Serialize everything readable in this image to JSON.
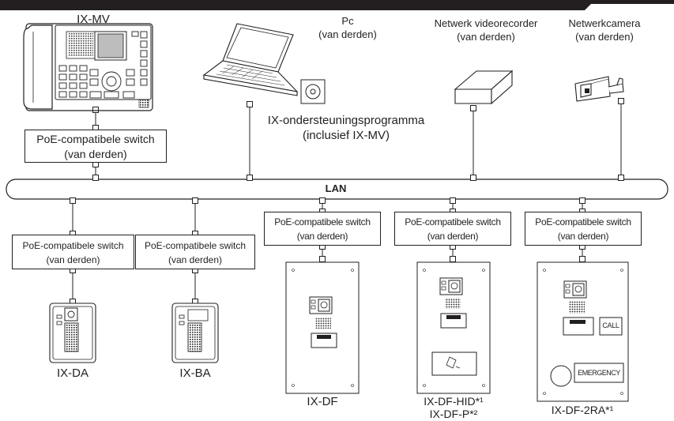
{
  "devices": {
    "ix_mv": "IX-MV",
    "pc_line1": "Pc",
    "pc_line2": "(van derden)",
    "nvr_line1": "Netwerk videorecorder",
    "nvr_line2": "(van derden)",
    "cam_line1": "Netwerkcamera",
    "cam_line2": "(van derden)",
    "software_line1": "IX-ondersteuningsprogramma",
    "software_line2": "(inclusief IX-MV)",
    "ix_da": "IX-DA",
    "ix_ba": "IX-BA",
    "ix_df": "IX-DF",
    "ix_df_hid": "IX-DF-HID*¹",
    "ix_df_p": "IX-DF-P*²",
    "ix_df_2ra": "IX-DF-2RA*¹"
  },
  "network": {
    "lan": "LAN"
  },
  "switch": {
    "line1": "PoE-compatibele switch",
    "line2": "(van derden)"
  },
  "panel_buttons": {
    "call": "CALL",
    "emergency": "EMERGENCY"
  }
}
